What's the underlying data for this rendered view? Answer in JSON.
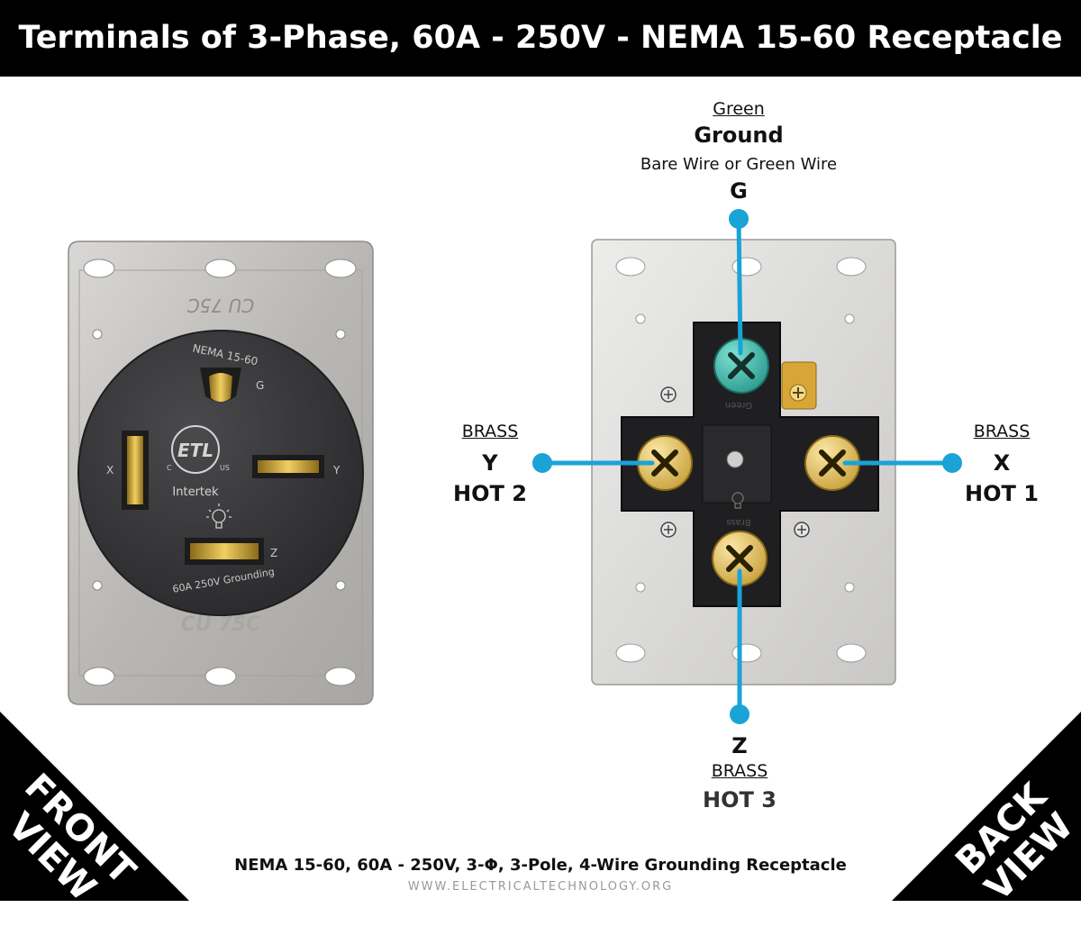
{
  "title": "Terminals of 3-Phase, 60A - 250V - NEMA 15-60 Receptacle",
  "front_face": {
    "nema_label": "NEMA 15-60",
    "g_letter": "G",
    "x_letter": "X",
    "y_letter": "Y",
    "z_letter": "Z",
    "cert_mark": "ETL",
    "cert_c": "C",
    "cert_us": "US",
    "intertek": "Intertek",
    "rating": "60A  250V  Grounding",
    "cu_top": "CU 75C",
    "cu_bottom": "CU  75C"
  },
  "back_face": {
    "green_mark": "Green",
    "brass_mark": "Brass"
  },
  "terminals": {
    "ground": {
      "color_word": "Green",
      "name": "Ground",
      "wire": "Bare Wire or Green Wire",
      "letter": "G"
    },
    "y": {
      "color_word": "BRASS",
      "letter": "Y",
      "name": "HOT 2"
    },
    "x": {
      "color_word": "BRASS",
      "letter": "X",
      "name": "HOT 1"
    },
    "z": {
      "letter": "Z",
      "color_word": "BRASS",
      "name": "HOT 3"
    }
  },
  "corners": {
    "front_line1": "FRONT",
    "front_line2": "VIEW",
    "back_line1": "BACK",
    "back_line2": "VIEW"
  },
  "footer": {
    "caption": "NEMA 15-60, 60A - 250V, 3-Φ, 3-Pole, 4-Wire Grounding Receptacle",
    "url": "WWW.ELECTRICALTECHNOLOGY.ORG"
  },
  "colors": {
    "accent_line": "#1aa3d6",
    "green_screw": "#3fbdb0",
    "brass_screw": "#e7c66a",
    "receptacle_face": "#3b3b3d",
    "plate": "#c8c6c3"
  }
}
